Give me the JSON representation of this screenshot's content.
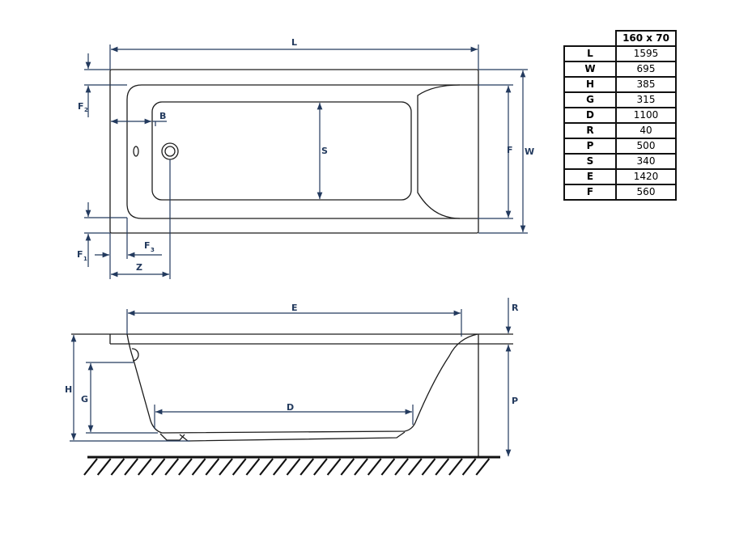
{
  "diagram": {
    "top_view_labels": {
      "L": "L",
      "W": "W",
      "F": "F",
      "S": "S",
      "B": "B",
      "F1": "F",
      "F1_sub": "1",
      "F2": "F",
      "F2_sub": "2",
      "F3": "F",
      "F3_sub": "3",
      "Z": "Z"
    },
    "side_view_labels": {
      "E": "E",
      "D": "D",
      "H": "H",
      "G": "G",
      "R": "R",
      "P": "P"
    },
    "line_color": "#233a5e"
  },
  "table": {
    "header": "160 x 70",
    "rows": [
      {
        "key": "L",
        "value": "1595"
      },
      {
        "key": "W",
        "value": "695"
      },
      {
        "key": "H",
        "value": "385"
      },
      {
        "key": "G",
        "value": "315"
      },
      {
        "key": "D",
        "value": "1100"
      },
      {
        "key": "R",
        "value": "40"
      },
      {
        "key": "P",
        "value": "500"
      },
      {
        "key": "S",
        "value": "340"
      },
      {
        "key": "E",
        "value": "1420"
      },
      {
        "key": "F",
        "value": "560"
      }
    ]
  }
}
